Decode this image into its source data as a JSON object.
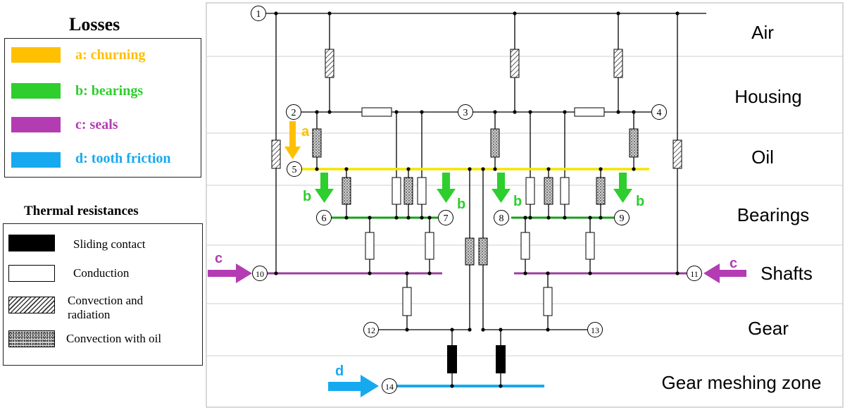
{
  "legend": {
    "losses_title": "Losses",
    "losses": [
      {
        "label": "a: churning",
        "color": "#FFC000"
      },
      {
        "label": "b: bearings",
        "color": "#2DCE2D"
      },
      {
        "label": "c: seals",
        "color": "#B33CB3"
      },
      {
        "label": "d: tooth friction",
        "color": "#17A9F0"
      }
    ],
    "resistances_title": "Thermal resistances",
    "resistances": [
      {
        "label": "Sliding contact",
        "style": "black"
      },
      {
        "label": "Conduction",
        "style": "white"
      },
      {
        "label": "Convection and radiation",
        "style": "hatch"
      },
      {
        "label": "Convection with oil",
        "style": "dots"
      }
    ]
  },
  "zones": [
    "Air",
    "Housing",
    "Oil",
    "Bearings",
    "Shafts",
    "Gear",
    "Gear meshing zone"
  ],
  "nodes": [
    "1",
    "2",
    "3",
    "4",
    "5",
    "6",
    "7",
    "8",
    "9",
    "10",
    "11",
    "12",
    "13",
    "14"
  ],
  "arrow_letters": {
    "a": "a",
    "b": "b",
    "c": "c",
    "d": "d"
  },
  "colors": {
    "churning": "#FFC000",
    "bearings": "#2DCE2D",
    "seals": "#B33CB3",
    "tooth_friction": "#17A9F0",
    "oil_line": "#F2E600",
    "bearing_line": "#1A9E1A",
    "shaft_line": "#9B3F9B"
  }
}
